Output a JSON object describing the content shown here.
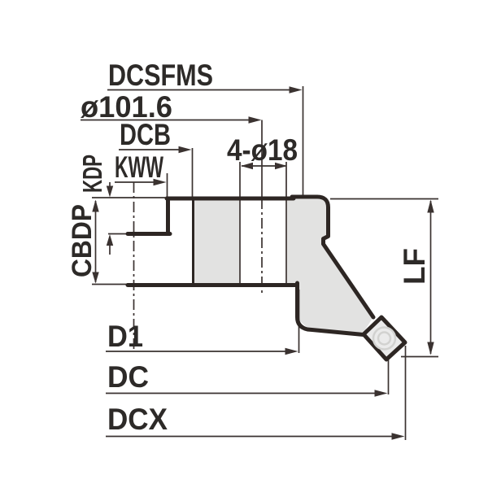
{
  "drawing": {
    "description": "Dimensional line drawing of a face milling cutter body (side cross-section) with dimension callouts",
    "labels": {
      "dcsfms": "DCSFMS",
      "bolt_circle_diameter": "ø101.6",
      "dcb": "DCB",
      "kww": "KWW",
      "kdp": "KDP",
      "cbdp": "CBDP",
      "mount_holes": "4-ø18",
      "lf": "LF",
      "d1": "D1",
      "dc": "DC",
      "dcx": "DCX"
    },
    "colors": {
      "background": "#ffffff",
      "line": "#3a3230",
      "outline": "#2d2623",
      "text": "#2d2a28",
      "section_fill": "#e2e2e1",
      "insert_fill": "#ebebeb",
      "screw_line": "#d2d2d0"
    }
  }
}
